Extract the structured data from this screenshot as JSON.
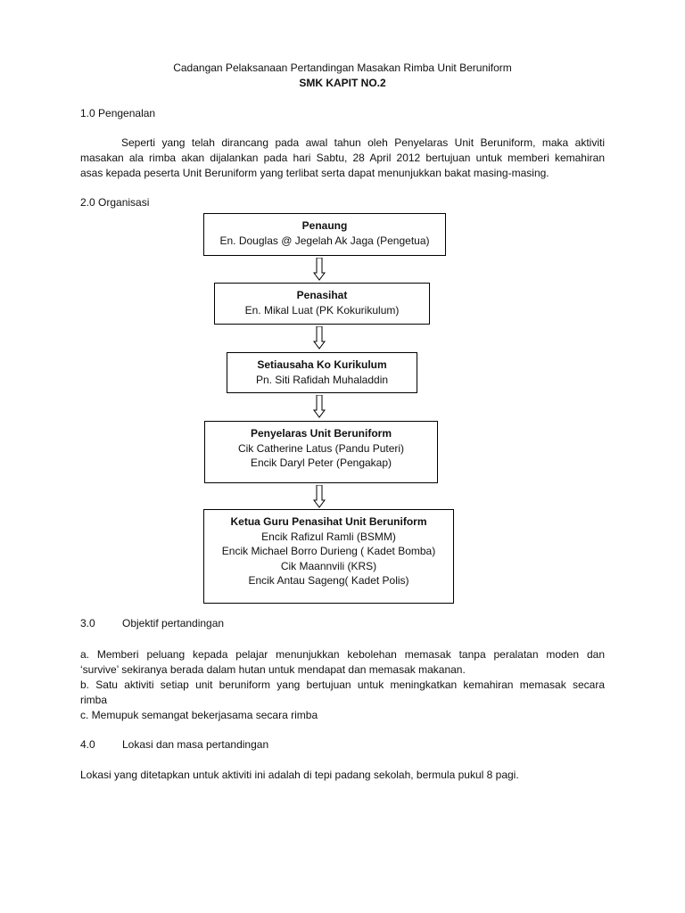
{
  "title": "Cadangan Pelaksanaan Pertandingan  Masakan Rimba Unit Beruniform",
  "subtitle": "SMK KAPIT NO.2",
  "section1": {
    "heading": "1.0 Pengenalan",
    "lines": [
      "Seperti yang telah dirancang pada awal tahun oleh Penyelaras Unit Beruniform, maka aktiviti",
      "masakan ala rimba akan dijalankan pada hari Sabtu, 28 April 2012 bertujuan untuk memberi kemahiran",
      "asas kepada peserta Unit Beruniform yang terlibat serta dapat menunjukkan bakat masing-masing."
    ]
  },
  "section2": {
    "heading": "2.0 Organisasi",
    "boxes": [
      {
        "title": "Penaung",
        "lines": [
          "En. Douglas @ Jegelah Ak Jaga (Pengetua)"
        ]
      },
      {
        "title": "Penasihat",
        "lines": [
          "En. Mikal Luat (PK Kokurikulum)"
        ]
      },
      {
        "title": "Setiausaha Ko Kurikulum",
        "lines": [
          "Pn. Siti Rafidah Muhaladdin"
        ]
      },
      {
        "title": "Penyelaras Unit Beruniform",
        "lines": [
          "Cik Catherine Latus (Pandu Puteri)",
          "Encik Daryl Peter (Pengakap)"
        ]
      },
      {
        "title": "Ketua Guru Penasihat Unit Beruniform",
        "lines": [
          "Encik Rafizul Ramli (BSMM)",
          "Encik Michael Borro Durieng ( Kadet Bomba)",
          "Cik Maannvili  (KRS)",
          "Encik Antau Sageng( Kadet Polis)"
        ]
      }
    ]
  },
  "section3": {
    "number": "3.0",
    "heading": "Objektif pertandingan",
    "lines": [
      "a. Memberi peluang kepada pelajar menunjukkan kebolehan memasak tanpa peralatan moden dan",
      "‘survive’ sekiranya berada dalam hutan untuk mendapat dan memasak makanan.",
      "b. Satu aktiviti setiap unit beruniform yang bertujuan untuk meningkatkan kemahiran memasak secara",
      "rimba",
      "c. Memupuk semangat bekerjasama secara rimba"
    ]
  },
  "section4": {
    "number": "4.0",
    "heading": "Lokasi dan masa pertandingan",
    "text": "Lokasi yang ditetapkan untuk aktiviti ini adalah di tepi padang sekolah, bermula pukul 8 pagi."
  }
}
